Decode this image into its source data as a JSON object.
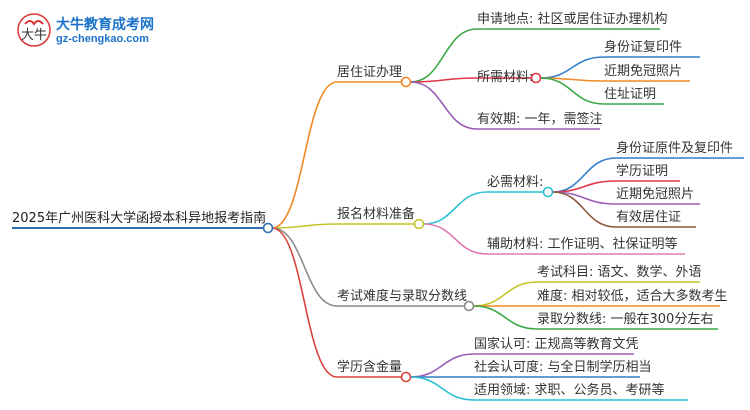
{
  "logo": {
    "name": "大牛教育成考网",
    "url": "gz-chengkao.com"
  },
  "root": "2025年广州医科大学函授本科异地报考指南",
  "branches": [
    {
      "label": "居住证办理",
      "color": "#f08a24",
      "children": [
        {
          "label": "申请地点: 社区或居住证办理机构",
          "color": "#3aa845"
        },
        {
          "label": "所需材料:",
          "color": "#e2364a",
          "children": [
            {
              "label": "身份证复印件",
              "color": "#2f7fc9"
            },
            {
              "label": "近期免冠照片",
              "color": "#f08a24"
            },
            {
              "label": "住址证明",
              "color": "#3aa845"
            }
          ]
        },
        {
          "label": "有效期: 一年，需签注",
          "color": "#9b5db6"
        }
      ]
    },
    {
      "label": "报名材料准备",
      "color": "#c4c42a",
      "children": [
        {
          "label": "必需材料:",
          "color": "#2bc0d2",
          "children": [
            {
              "label": "身份证原件及复印件",
              "color": "#2f7fc9"
            },
            {
              "label": "学历证明",
              "color": "#e2364a"
            },
            {
              "label": "近期免冠照片",
              "color": "#9b5db6"
            },
            {
              "label": "有效居住证",
              "color": "#8b5a3c"
            }
          ]
        },
        {
          "label": "辅助材料: 工作证明、社保证明等",
          "color": "#e07ab0"
        }
      ]
    },
    {
      "label": "考试难度与录取分数线",
      "color": "#8a8a8a",
      "children": [
        {
          "label": "考试科目: 语文、数学、外语",
          "color": "#c4c42a"
        },
        {
          "label": "难度: 相对较低，适合大多数考生",
          "color": "#f08a24"
        },
        {
          "label": "录取分数线: 一般在300分左右",
          "color": "#3aa845"
        }
      ]
    },
    {
      "label": "学历含金量",
      "color": "#d9443a",
      "children": [
        {
          "label": "国家认可: 正规高等教育文凭",
          "color": "#9b5db6"
        },
        {
          "label": "社会认可度: 与全日制学历相当",
          "color": "#2f7fc9"
        },
        {
          "label": "适用领域: 求职、公务员、考研等",
          "color": "#2bc0d2"
        }
      ]
    }
  ],
  "root_color": "#2f6fb0"
}
